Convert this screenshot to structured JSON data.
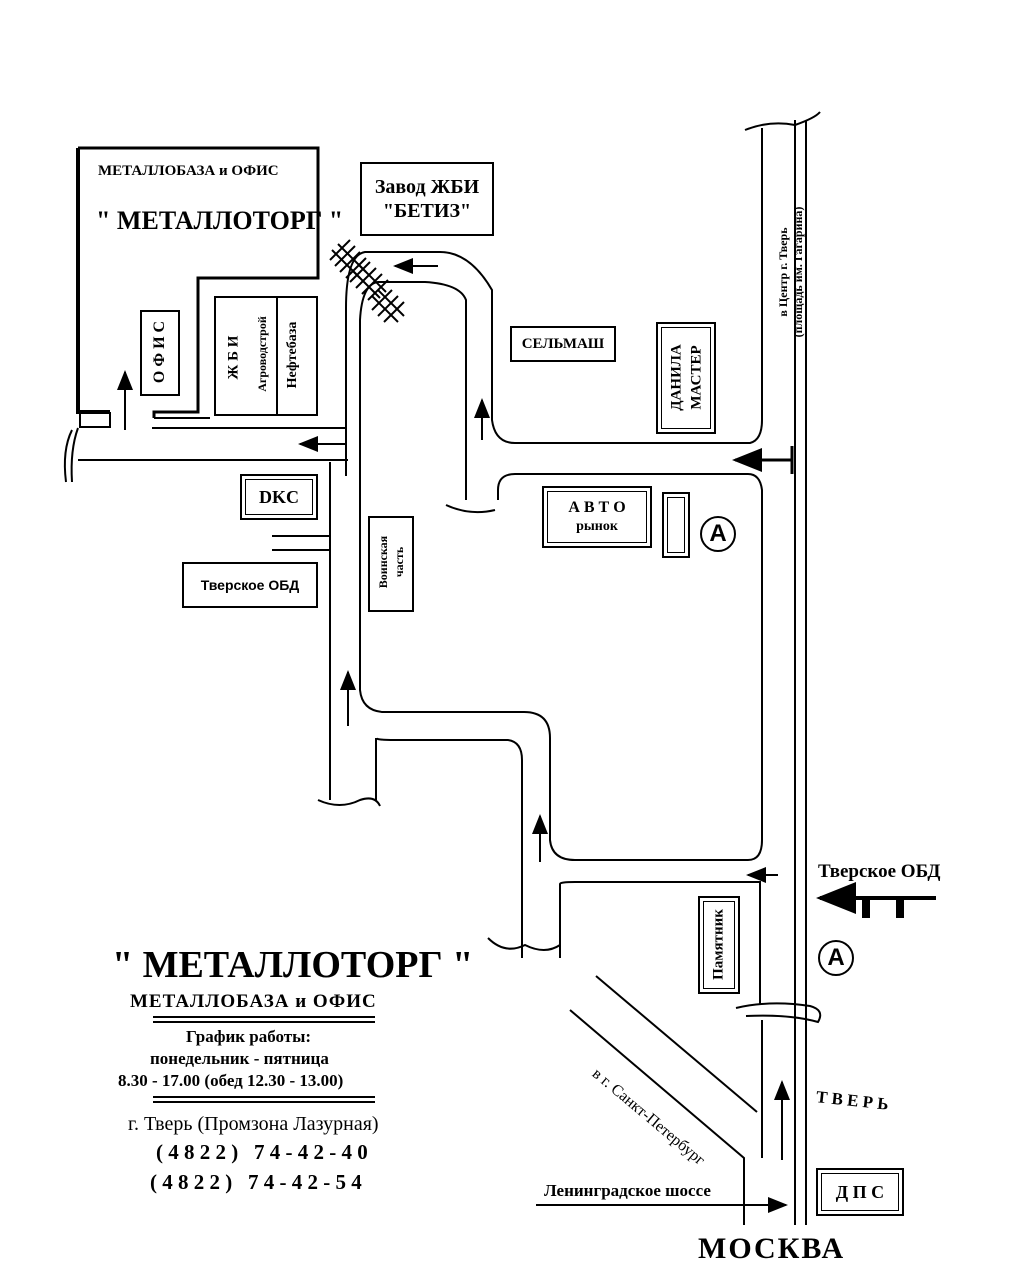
{
  "metallobaza": {
    "line1": "МЕТАЛЛОБАЗА и ОФИС",
    "line2": "\" МЕТАЛЛОТОРГ \""
  },
  "ofis": "О Ф И С",
  "zhbi_block": {
    "title": "Ж Б И",
    "sub1": "Агроводстрой",
    "sub2": "Нефтебаза"
  },
  "zavod": {
    "line1": "Завод ЖБИ",
    "line2": "\"БЕТИЗ\""
  },
  "selmash": "СЕЛЬМАШ",
  "danila": {
    "line1": "ДАНИЛА",
    "line2": "МАСТЕР"
  },
  "tver_center": {
    "line1": "в Центр г. Тверь",
    "line2": "(площадь им. Гагарина)"
  },
  "dks": "DKC",
  "tverskoe_obd_left": "Тверское ОБД",
  "voinskaya": {
    "line1": "Воинская",
    "line2": "часть"
  },
  "avtorynok": {
    "line1": "А В Т О",
    "line2": "рынок"
  },
  "bus_stop": "A",
  "tverskoe_obd_right": "Тверское ОБД",
  "pamyatnik": "Памятник",
  "to_spb": "в г. Санкт-Петербург",
  "tver": "Т В Е Р Ь",
  "leningradskoe": "Ленинградское шоссе",
  "dps": "Д П С",
  "moskva": "МОСКВА",
  "legend": {
    "title": "\" МЕТАЛЛОТОРГ \"",
    "subtitle": "МЕТАЛЛОБАЗА и ОФИС",
    "schedule_title": "График работы:",
    "schedule_days": "понедельник - пятница",
    "schedule_hours": "8.30 - 17.00 (обед 12.30 - 13.00)",
    "address": "г. Тверь (Промзона Лазурная)",
    "phone1": "( 4 8 2 2 )   7 4 - 4 2 - 4 0",
    "phone2": "( 4 8 2 2 )   7 4 - 4 2 - 5 4"
  }
}
